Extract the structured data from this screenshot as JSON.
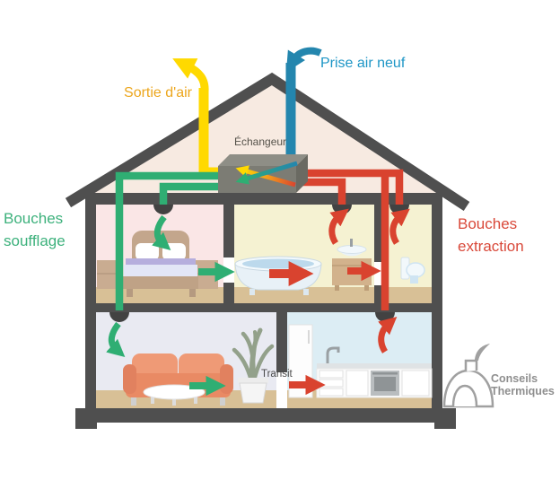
{
  "palette": {
    "structure_gray": "#4f4f4f",
    "supply_green": "#2fae73",
    "supply_green_text": "#3db17c",
    "extraction_red": "#d9432f",
    "extraction_red_text": "#d9493a",
    "exhaust_yellow": "#ffd900",
    "exhaust_yellow_text": "#eca61d",
    "intake_blue": "#2486ae",
    "intake_blue_text": "#1e96c6",
    "attic_cream": "#f7eae1",
    "bedroom_pink": "#fae6e6",
    "bathroom_yellow": "#f5f2d2",
    "living_lavender": "#e9eaf2",
    "kitchen_blue": "#dcedf4",
    "floor_tan": "#d8c096",
    "logo_gray": "#8f8f8f"
  },
  "labels": {
    "air_outlet": "Sortie d'air",
    "fresh_air_intake": "Prise air neuf",
    "exchanger": "Échangeur",
    "supply_vents_line1": "Bouches",
    "supply_vents_line2": "soufflage",
    "extraction_vents_line1": "Bouches",
    "extraction_vents_line2": "extraction",
    "transit": "Transit",
    "logo_line1": "Conseils",
    "logo_line2": "Thermiques"
  }
}
